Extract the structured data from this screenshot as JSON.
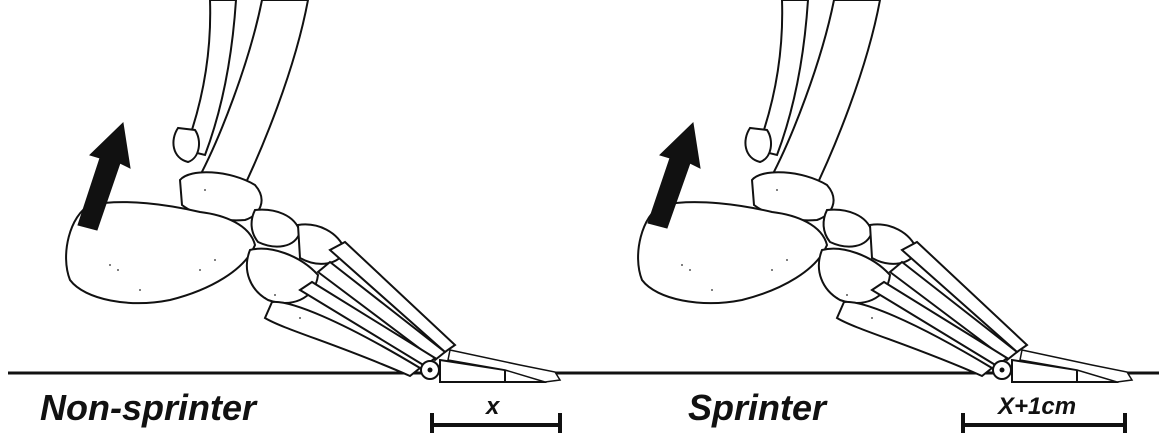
{
  "panels": [
    {
      "label": "Non-sprinter",
      "measure": "x"
    },
    {
      "label": "Sprinter",
      "measure": "X+1cm"
    }
  ],
  "colors": {
    "ink": "#111111",
    "bone_fill": "#ffffff",
    "arrow": "#111111",
    "background": "#ffffff"
  }
}
